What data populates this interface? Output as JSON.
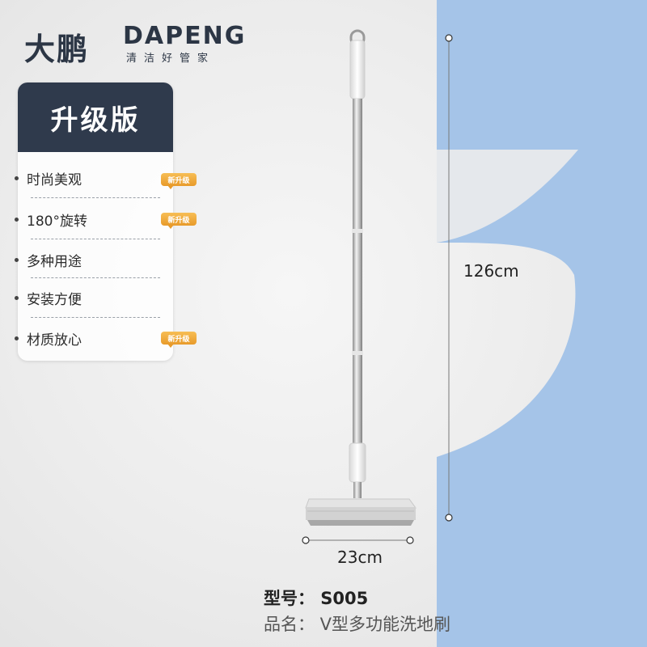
{
  "brand": {
    "name_cn": "大鹏",
    "name_en": "DAPENG",
    "slogan": "清洁好管家"
  },
  "panel": {
    "title": "升级版",
    "features": [
      {
        "label": "时尚美观",
        "badge": "新升级"
      },
      {
        "label": "180°旋转",
        "badge": "新升级"
      },
      {
        "label": "多种用途",
        "badge": ""
      },
      {
        "label": "安装方便",
        "badge": ""
      },
      {
        "label": "材质放心",
        "badge": "新升级"
      }
    ]
  },
  "dimensions": {
    "height": "126cm",
    "width": "23cm"
  },
  "product": {
    "model": "型号：  S005",
    "name": "品名：  V型多功能洗地刷"
  },
  "colors": {
    "accent_blue": "#a5c4e8",
    "panel_dark": "#2f3a4c",
    "badge_orange": "#f0a93a"
  }
}
